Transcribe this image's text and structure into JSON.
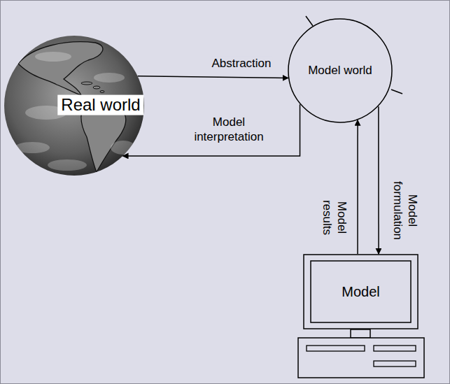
{
  "diagram": {
    "nodes": [
      {
        "text": [
          "Real world"
        ]
      },
      {
        "text": [
          "Model world"
        ]
      },
      {
        "text": [
          "Model"
        ]
      }
    ],
    "edges": [
      {
        "from": 0,
        "to": 1,
        "label": "Abstraction",
        "arrow": "to"
      },
      {
        "from": 1,
        "to": 0,
        "label": "Model interpretation",
        "arrow": "to"
      },
      {
        "from": 1,
        "to": 2,
        "label": "Model formulation",
        "arrow": "to"
      },
      {
        "from": 2,
        "to": 1,
        "label": "Model results",
        "arrow": "to"
      }
    ]
  }
}
